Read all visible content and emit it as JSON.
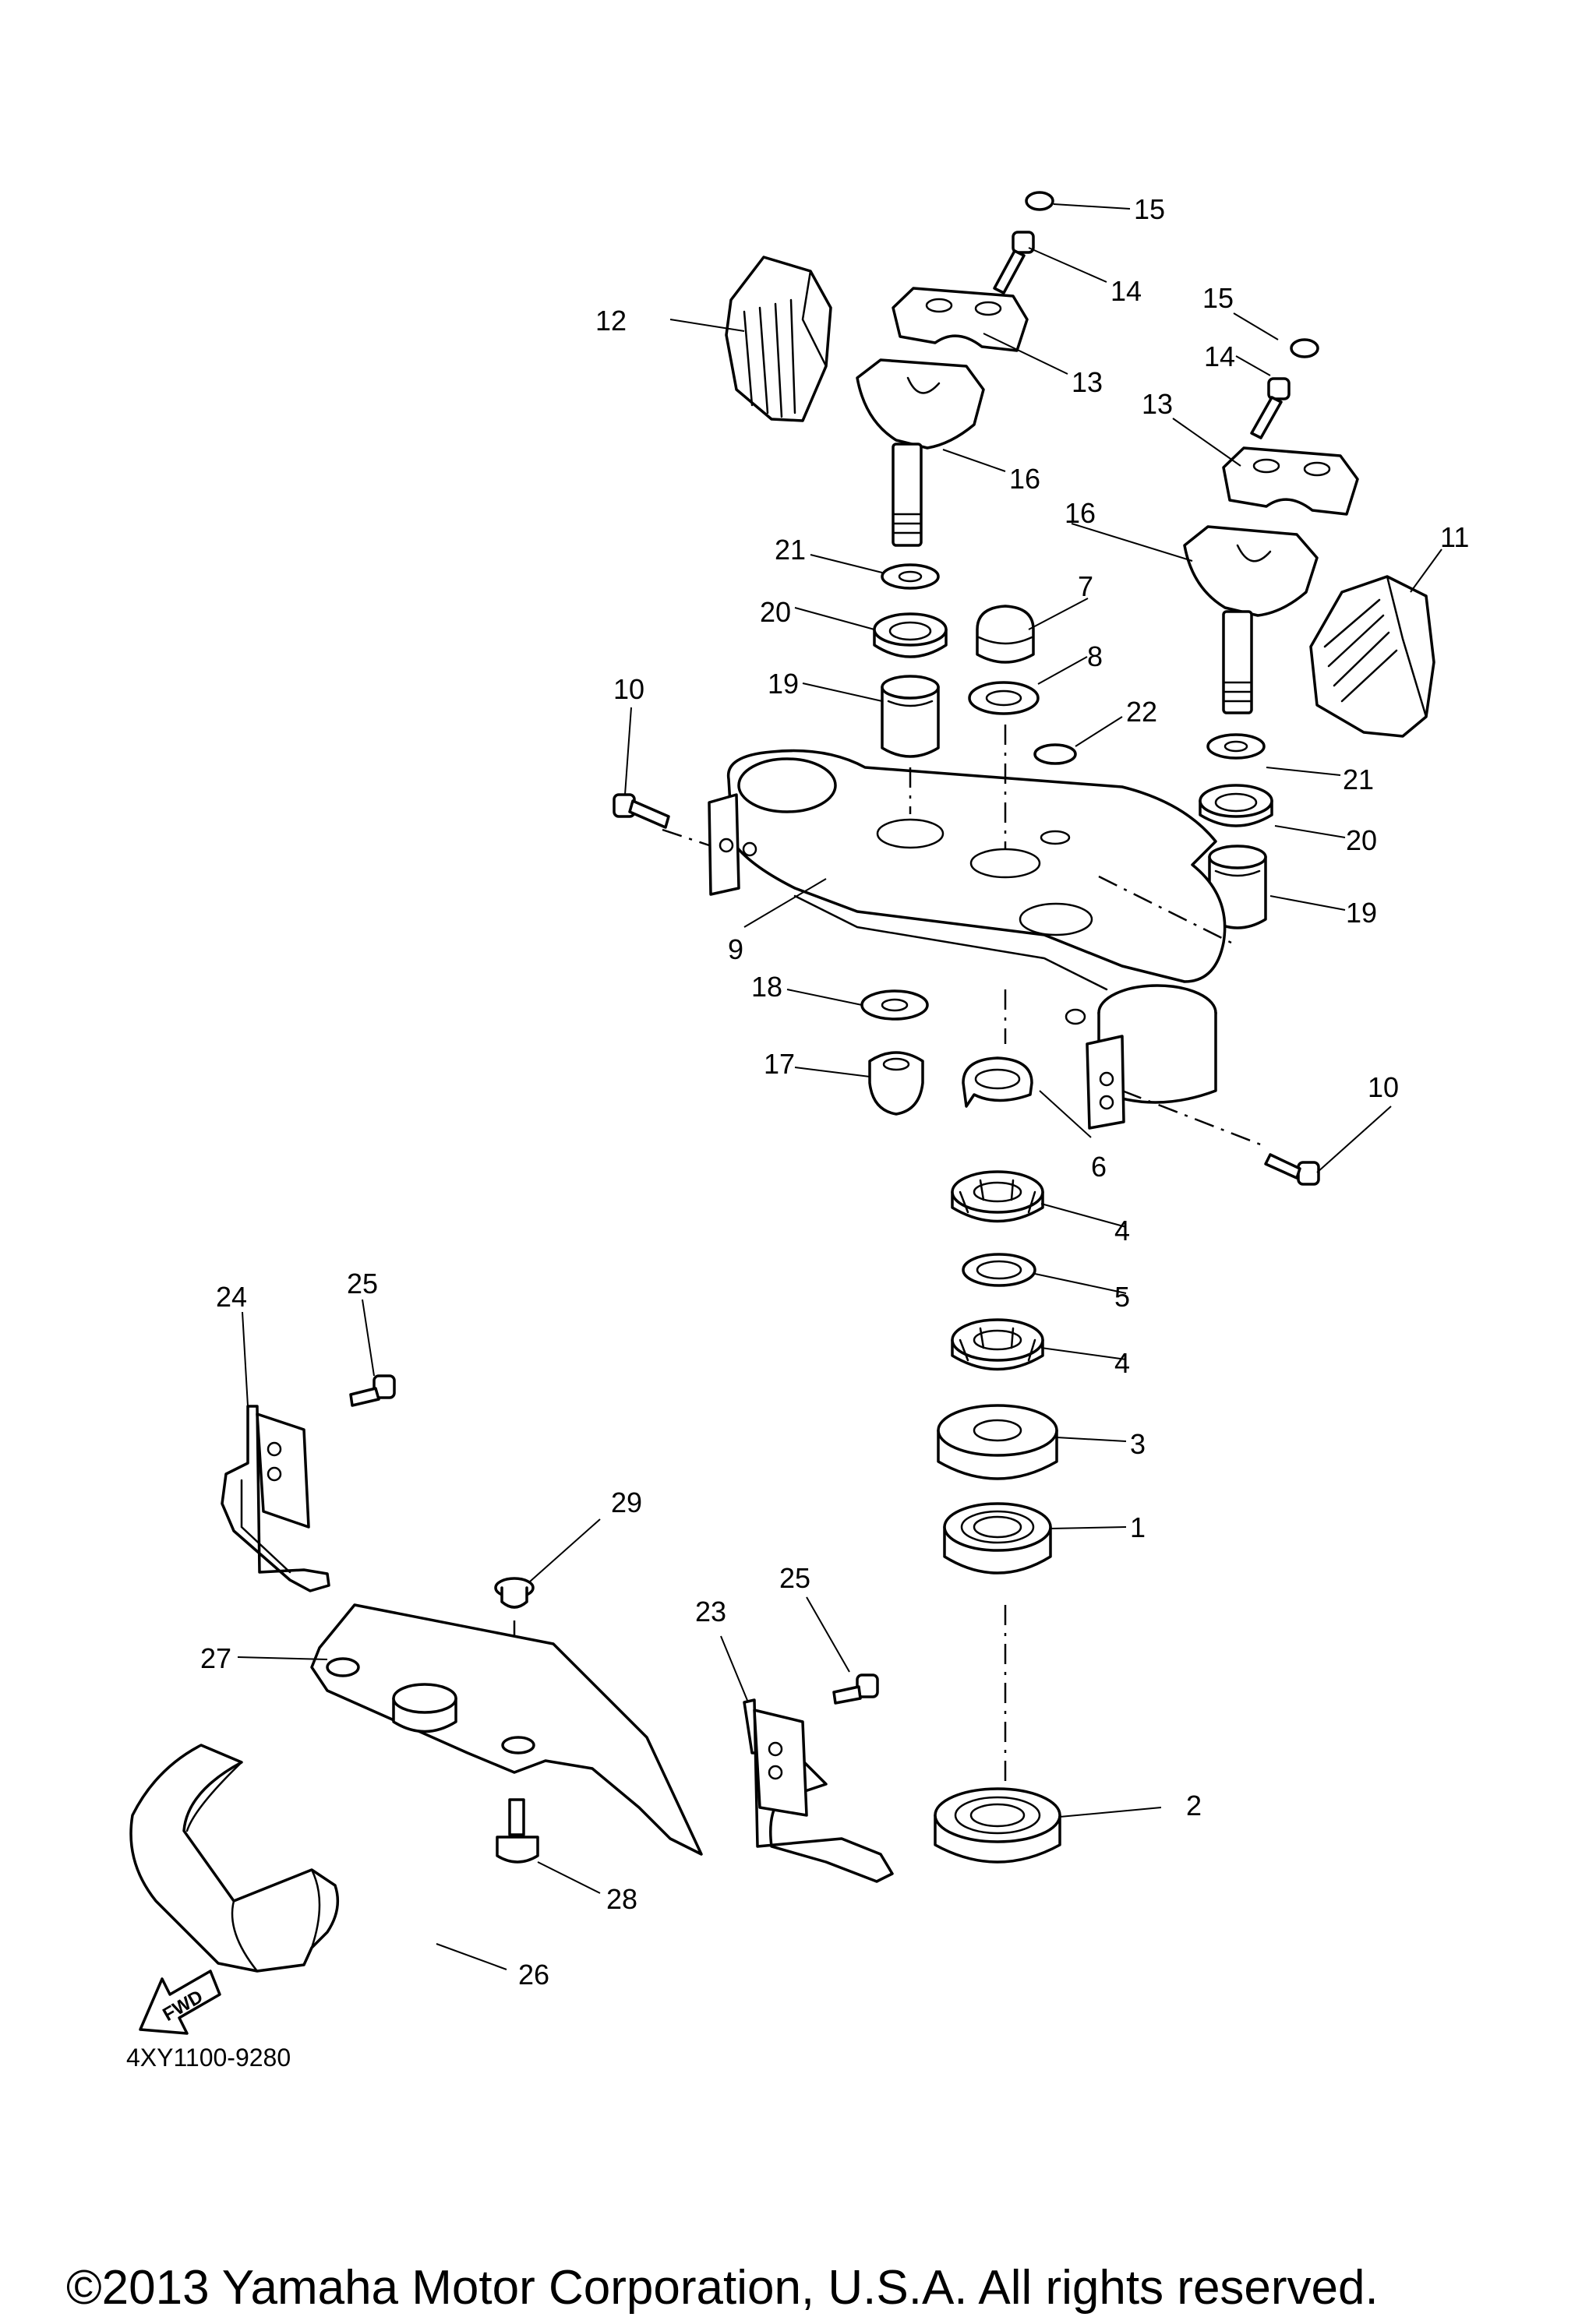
{
  "diagram": {
    "code": "4XY1100-9280",
    "fwd_label": "FWD",
    "copyright": "©2013 Yamaha Motor Corporation, U.S.A. All rights reserved.",
    "callouts": [
      "15",
      "14",
      "12",
      "13",
      "15",
      "14",
      "13",
      "16",
      "16",
      "11",
      "21",
      "7",
      "20",
      "8",
      "19",
      "10",
      "22",
      "21",
      "20",
      "9",
      "19",
      "18",
      "17",
      "10",
      "6",
      "4",
      "5",
      "4",
      "3",
      "1",
      "25",
      "24",
      "29",
      "27",
      "25",
      "23",
      "2",
      "28",
      "26"
    ]
  }
}
